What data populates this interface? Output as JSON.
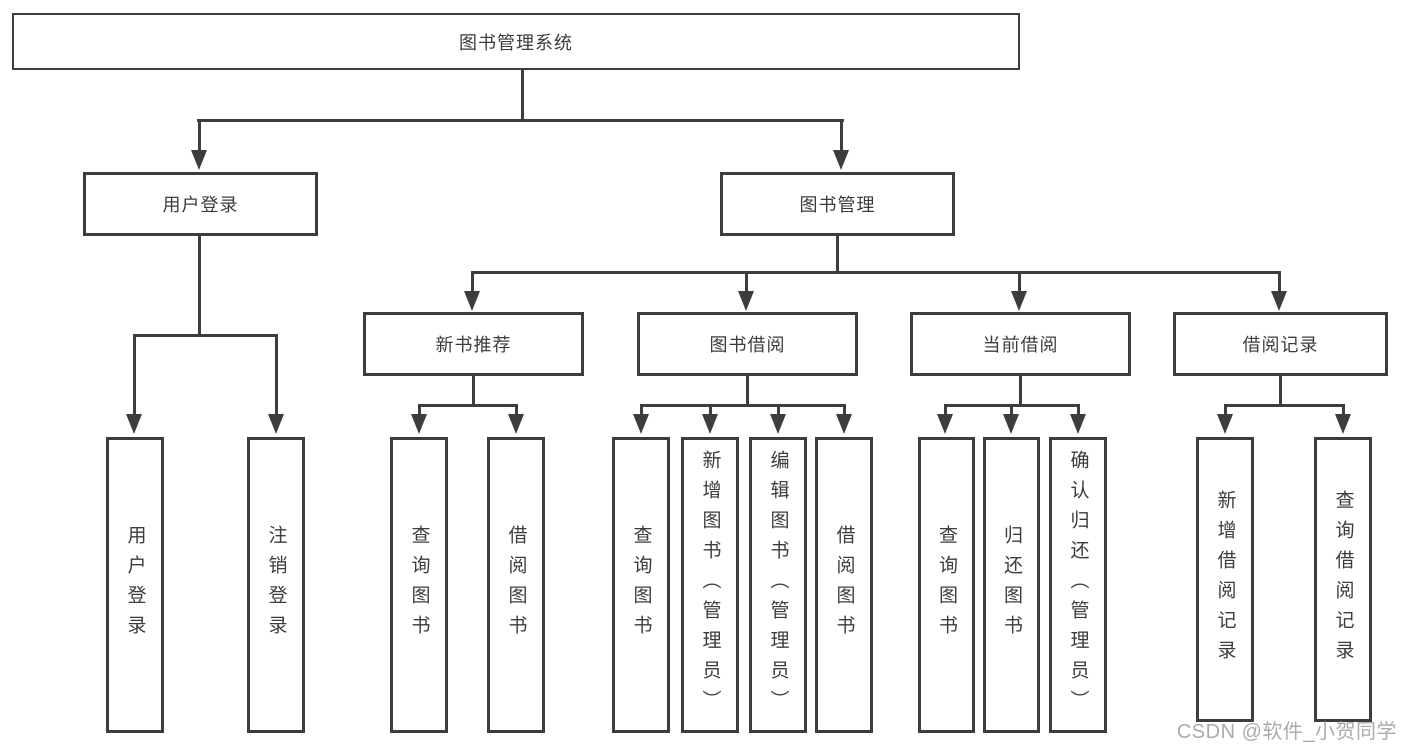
{
  "title": "图书管理系统",
  "nodes": {
    "user_login": "用户登录",
    "book_mgmt": "图书管理",
    "new_book_rec": "新书推荐",
    "book_borrow": "图书借阅",
    "current_borrow": "当前借阅",
    "borrow_records": "借阅记录",
    "leaf_user_login": "用户登录",
    "leaf_logout": "注销登录",
    "leaf_rec_query": "查询图书",
    "leaf_rec_borrow": "借阅图书",
    "leaf_bb_query": "查询图书",
    "leaf_bb_add": "新增图书（管理员）",
    "leaf_bb_edit": "编辑图书（管理员）",
    "leaf_bb_borrow": "借阅图书",
    "leaf_cb_query": "查询图书",
    "leaf_cb_return": "归还图书",
    "leaf_cb_confirm": "确认归还（管理员）",
    "leaf_br_add": "新增借阅记录",
    "leaf_br_query": "查询借阅记录"
  },
  "watermark": "CSDN @软件_小贺同学",
  "colors": {
    "line": "#3d3d3d",
    "text": "#3c3c3c",
    "watermark": "#ababab",
    "background": "#ffffff"
  }
}
